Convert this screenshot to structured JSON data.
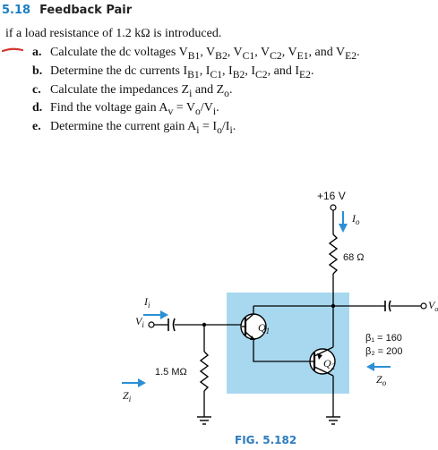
{
  "header": {
    "number": "5.18",
    "title": "Feedback Pair"
  },
  "intro": "if a load resistance of 1.2 kΩ is introduced.",
  "questions": [
    {
      "label": "a.",
      "text": "Calculate the dc voltages V_{B1}, V_{B2}, V_{C1}, V_{C2}, V_{E1}, and V_{E2}."
    },
    {
      "label": "b.",
      "text": "Determine the dc currents I_{B1}, I_{C1}, I_{B2}, I_{C2}, and I_{E2}."
    },
    {
      "label": "c.",
      "text": "Calculate the impedances Z_i and Z_o."
    },
    {
      "label": "d.",
      "text": "Find the voltage gain A_v = V_o/V_i."
    },
    {
      "label": "e.",
      "text": "Determine the current gain A_i = I_o/I_i."
    }
  ],
  "circuit": {
    "supply": "+16 V",
    "io": "I",
    "io_sub": "o",
    "rc": "68 Ω",
    "rb": "1.5 MΩ",
    "q1": "Q",
    "q1_sub": "1",
    "q2": "Q",
    "q2_sub": "2",
    "beta1": "β₁ = 160",
    "beta2": "β₂ = 200",
    "vi": "V",
    "vi_sub": "i",
    "ii": "I",
    "ii_sub": "i",
    "zi": "Z",
    "zi_sub": "i",
    "vo": "V",
    "vo_sub": "o",
    "zo": "Z",
    "zo_sub": "o",
    "highlight_color": "#a8d8ef",
    "accent_color": "#2b8fd6"
  },
  "figure_label": "FIG. 5.182"
}
